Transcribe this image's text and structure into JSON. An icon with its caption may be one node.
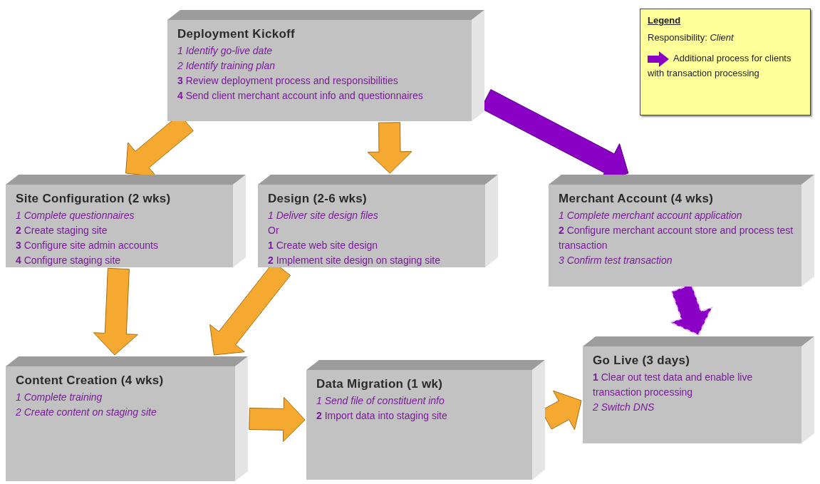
{
  "diagram": {
    "nodes": [
      {
        "text": [
          "Deployment Kickoff",
          "*1 Identify go-live date*",
          "*2 Identify training plan*",
          "**3** Review deployment process and responsibilities",
          "**4** Send client merchant account info and questionnaires"
        ]
      },
      {
        "text": [
          "Site Configuration (2 wks)",
          "*1 Complete questionnaires*",
          "**2** Create staging site",
          "**3** Configure site admin accounts",
          "**4** Configure staging site"
        ]
      },
      {
        "text": [
          "Design (2-6 wks)",
          "*1 Deliver site design files*",
          "Or",
          "**1** Create web site design",
          "**2** Implement  site design on staging site"
        ]
      },
      {
        "text": [
          "Merchant Account (4 wks)",
          "*1 Complete merchant account application*",
          "**2** Configure merchant account store and process test transaction",
          "*3 Confirm test transaction*"
        ]
      },
      {
        "text": [
          "Content Creation (4 wks)",
          "*1 Complete training*",
          "*2 Create content on staging site*"
        ]
      },
      {
        "text": [
          "Data Migration (1 wk)",
          "*1 Send file of constituent info*",
          "**2** Import data into staging site"
        ]
      },
      {
        "text": [
          "Go Live (3 days)",
          "**1** Clear out test data and enable live transaction processing",
          "*2 Switch DNS*"
        ]
      }
    ],
    "edges": [
      {
        "from": 0,
        "to": 1,
        "arrow": "to"
      },
      {
        "from": 0,
        "to": 2,
        "arrow": "to"
      },
      {
        "from": 0,
        "to": 3,
        "arrow": "to",
        "color": "#8a00c4"
      },
      {
        "from": 1,
        "to": 4,
        "arrow": "to"
      },
      {
        "from": 2,
        "to": 4,
        "arrow": "to"
      },
      {
        "from": 4,
        "to": 5,
        "arrow": "to"
      },
      {
        "from": 5,
        "to": 6,
        "arrow": "to"
      },
      {
        "from": 3,
        "to": 6,
        "arrow": "to",
        "style": "dashed",
        "color": "#8a00c4"
      }
    ],
    "labels": [
      "Legend"
    ],
    "legend": [
      {
        "text": "Responsibility: *Client*"
      },
      {
        "text": "Additional process for clients with transaction processing"
      }
    ]
  }
}
